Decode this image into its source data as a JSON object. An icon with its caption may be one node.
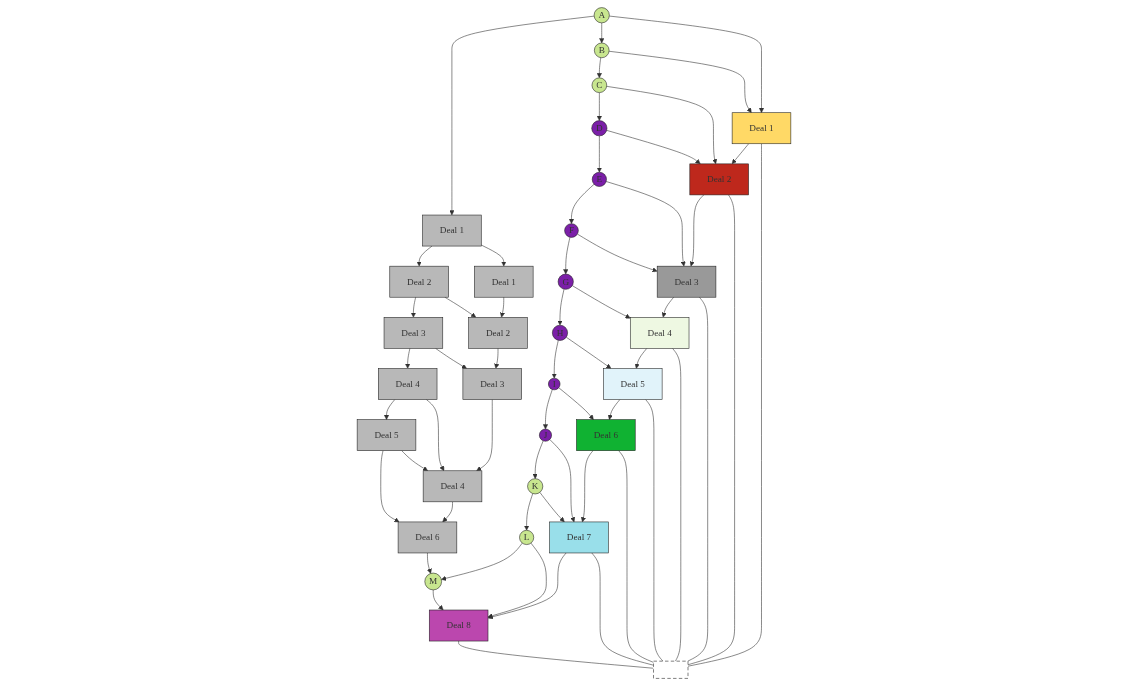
{
  "diagram": {
    "nodes": [
      {
        "text": [
          "A"
        ]
      },
      {
        "text": [
          "B"
        ]
      },
      {
        "text": [
          "C"
        ]
      },
      {
        "text": [
          "D"
        ]
      },
      {
        "text": [
          "E"
        ]
      },
      {
        "text": [
          "F"
        ]
      },
      {
        "text": [
          "G"
        ]
      },
      {
        "text": [
          "H"
        ]
      },
      {
        "text": [
          "I"
        ]
      },
      {
        "text": [
          "J"
        ]
      },
      {
        "text": [
          "K"
        ]
      },
      {
        "text": [
          "L"
        ]
      },
      {
        "text": [
          "M"
        ]
      },
      {
        "text": [
          "Deal 1"
        ]
      },
      {
        "text": [
          "Deal 2"
        ]
      },
      {
        "text": [
          "Deal 3"
        ]
      },
      {
        "text": [
          "Deal 4"
        ]
      },
      {
        "text": [
          "Deal 5"
        ]
      },
      {
        "text": [
          "Deal 6"
        ]
      },
      {
        "text": [
          "Deal 1"
        ]
      },
      {
        "text": [
          "Deal 2"
        ]
      },
      {
        "text": [
          "Deal 3"
        ]
      },
      {
        "text": [
          "Deal 4"
        ]
      },
      {
        "text": [
          "Deal 1"
        ]
      },
      {
        "text": [
          "Deal 2"
        ]
      },
      {
        "text": [
          "Deal 3"
        ]
      },
      {
        "text": [
          "Deal 4"
        ]
      },
      {
        "text": [
          "Deal 5"
        ]
      },
      {
        "text": [
          "Deal 6"
        ]
      },
      {
        "text": [
          "Deal 7"
        ]
      },
      {
        "text": [
          "Deal 8"
        ]
      },
      {
        "text": [],
        "shape": "curve"
      }
    ],
    "edges": [
      {
        "from": 0,
        "to": 13,
        "arrow": "to"
      },
      {
        "from": 0,
        "to": 1,
        "arrow": "to"
      },
      {
        "from": 1,
        "to": 2,
        "arrow": "to"
      },
      {
        "from": 2,
        "to": 3,
        "arrow": "to"
      },
      {
        "from": 3,
        "to": 4,
        "arrow": "to"
      },
      {
        "from": 4,
        "to": 5,
        "arrow": "to"
      },
      {
        "from": 5,
        "to": 6,
        "arrow": "to"
      },
      {
        "from": 6,
        "to": 7,
        "arrow": "to"
      },
      {
        "from": 7,
        "to": 8,
        "arrow": "to"
      },
      {
        "from": 8,
        "to": 9,
        "arrow": "to"
      },
      {
        "from": 9,
        "to": 10,
        "arrow": "to"
      },
      {
        "from": 10,
        "to": 11,
        "arrow": "to"
      },
      {
        "from": 11,
        "to": 12,
        "arrow": "to"
      },
      {
        "from": 13,
        "to": 14,
        "arrow": "to"
      },
      {
        "from": 14,
        "to": 15,
        "arrow": "to"
      },
      {
        "from": 15,
        "to": 16,
        "arrow": "to"
      },
      {
        "from": 16,
        "to": 17,
        "arrow": "to"
      },
      {
        "from": 17,
        "to": 18,
        "arrow": "to"
      },
      {
        "from": 18,
        "to": 12,
        "arrow": "to"
      },
      {
        "from": 13,
        "to": 19,
        "arrow": "to"
      },
      {
        "from": 14,
        "to": 20,
        "arrow": "to"
      },
      {
        "from": 15,
        "to": 21,
        "arrow": "to"
      },
      {
        "from": 16,
        "to": 22,
        "arrow": "to"
      },
      {
        "from": 17,
        "to": 22,
        "arrow": "to"
      },
      {
        "from": 19,
        "to": 20,
        "arrow": "to"
      },
      {
        "from": 20,
        "to": 21,
        "arrow": "to"
      },
      {
        "from": 21,
        "to": 22,
        "arrow": "to"
      },
      {
        "from": 22,
        "to": 18,
        "arrow": "to"
      },
      {
        "from": 0,
        "to": 23,
        "arrow": "to"
      },
      {
        "from": 1,
        "to": 23,
        "arrow": "to"
      },
      {
        "from": 2,
        "to": 24,
        "arrow": "to"
      },
      {
        "from": 3,
        "to": 24,
        "arrow": "to"
      },
      {
        "from": 4,
        "to": 25,
        "arrow": "to"
      },
      {
        "from": 5,
        "to": 25,
        "arrow": "to"
      },
      {
        "from": 6,
        "to": 26,
        "arrow": "to"
      },
      {
        "from": 7,
        "to": 27,
        "arrow": "to"
      },
      {
        "from": 8,
        "to": 28,
        "arrow": "to"
      },
      {
        "from": 9,
        "to": 29,
        "arrow": "to"
      },
      {
        "from": 10,
        "to": 29,
        "arrow": "to"
      },
      {
        "from": 11,
        "to": 30,
        "arrow": "to"
      },
      {
        "from": 12,
        "to": 30,
        "arrow": "to"
      },
      {
        "from": 23,
        "to": 24,
        "arrow": "to"
      },
      {
        "from": 24,
        "to": 25,
        "arrow": "to"
      },
      {
        "from": 25,
        "to": 26,
        "arrow": "to"
      },
      {
        "from": 26,
        "to": 27,
        "arrow": "to"
      },
      {
        "from": 27,
        "to": 28,
        "arrow": "to"
      },
      {
        "from": 28,
        "to": 29,
        "arrow": "to"
      },
      {
        "from": 29,
        "to": 30,
        "arrow": "to"
      },
      {
        "from": 23,
        "to": 31,
        "arrow": "none"
      },
      {
        "from": 24,
        "to": 31,
        "arrow": "none"
      },
      {
        "from": 25,
        "to": 31,
        "arrow": "none"
      },
      {
        "from": 26,
        "to": 31,
        "arrow": "none"
      },
      {
        "from": 27,
        "to": 31,
        "arrow": "none"
      },
      {
        "from": 28,
        "to": 31,
        "arrow": "none"
      },
      {
        "from": 29,
        "to": 31,
        "arrow": "none"
      },
      {
        "from": 30,
        "to": 31,
        "arrow": "none"
      }
    ]
  }
}
